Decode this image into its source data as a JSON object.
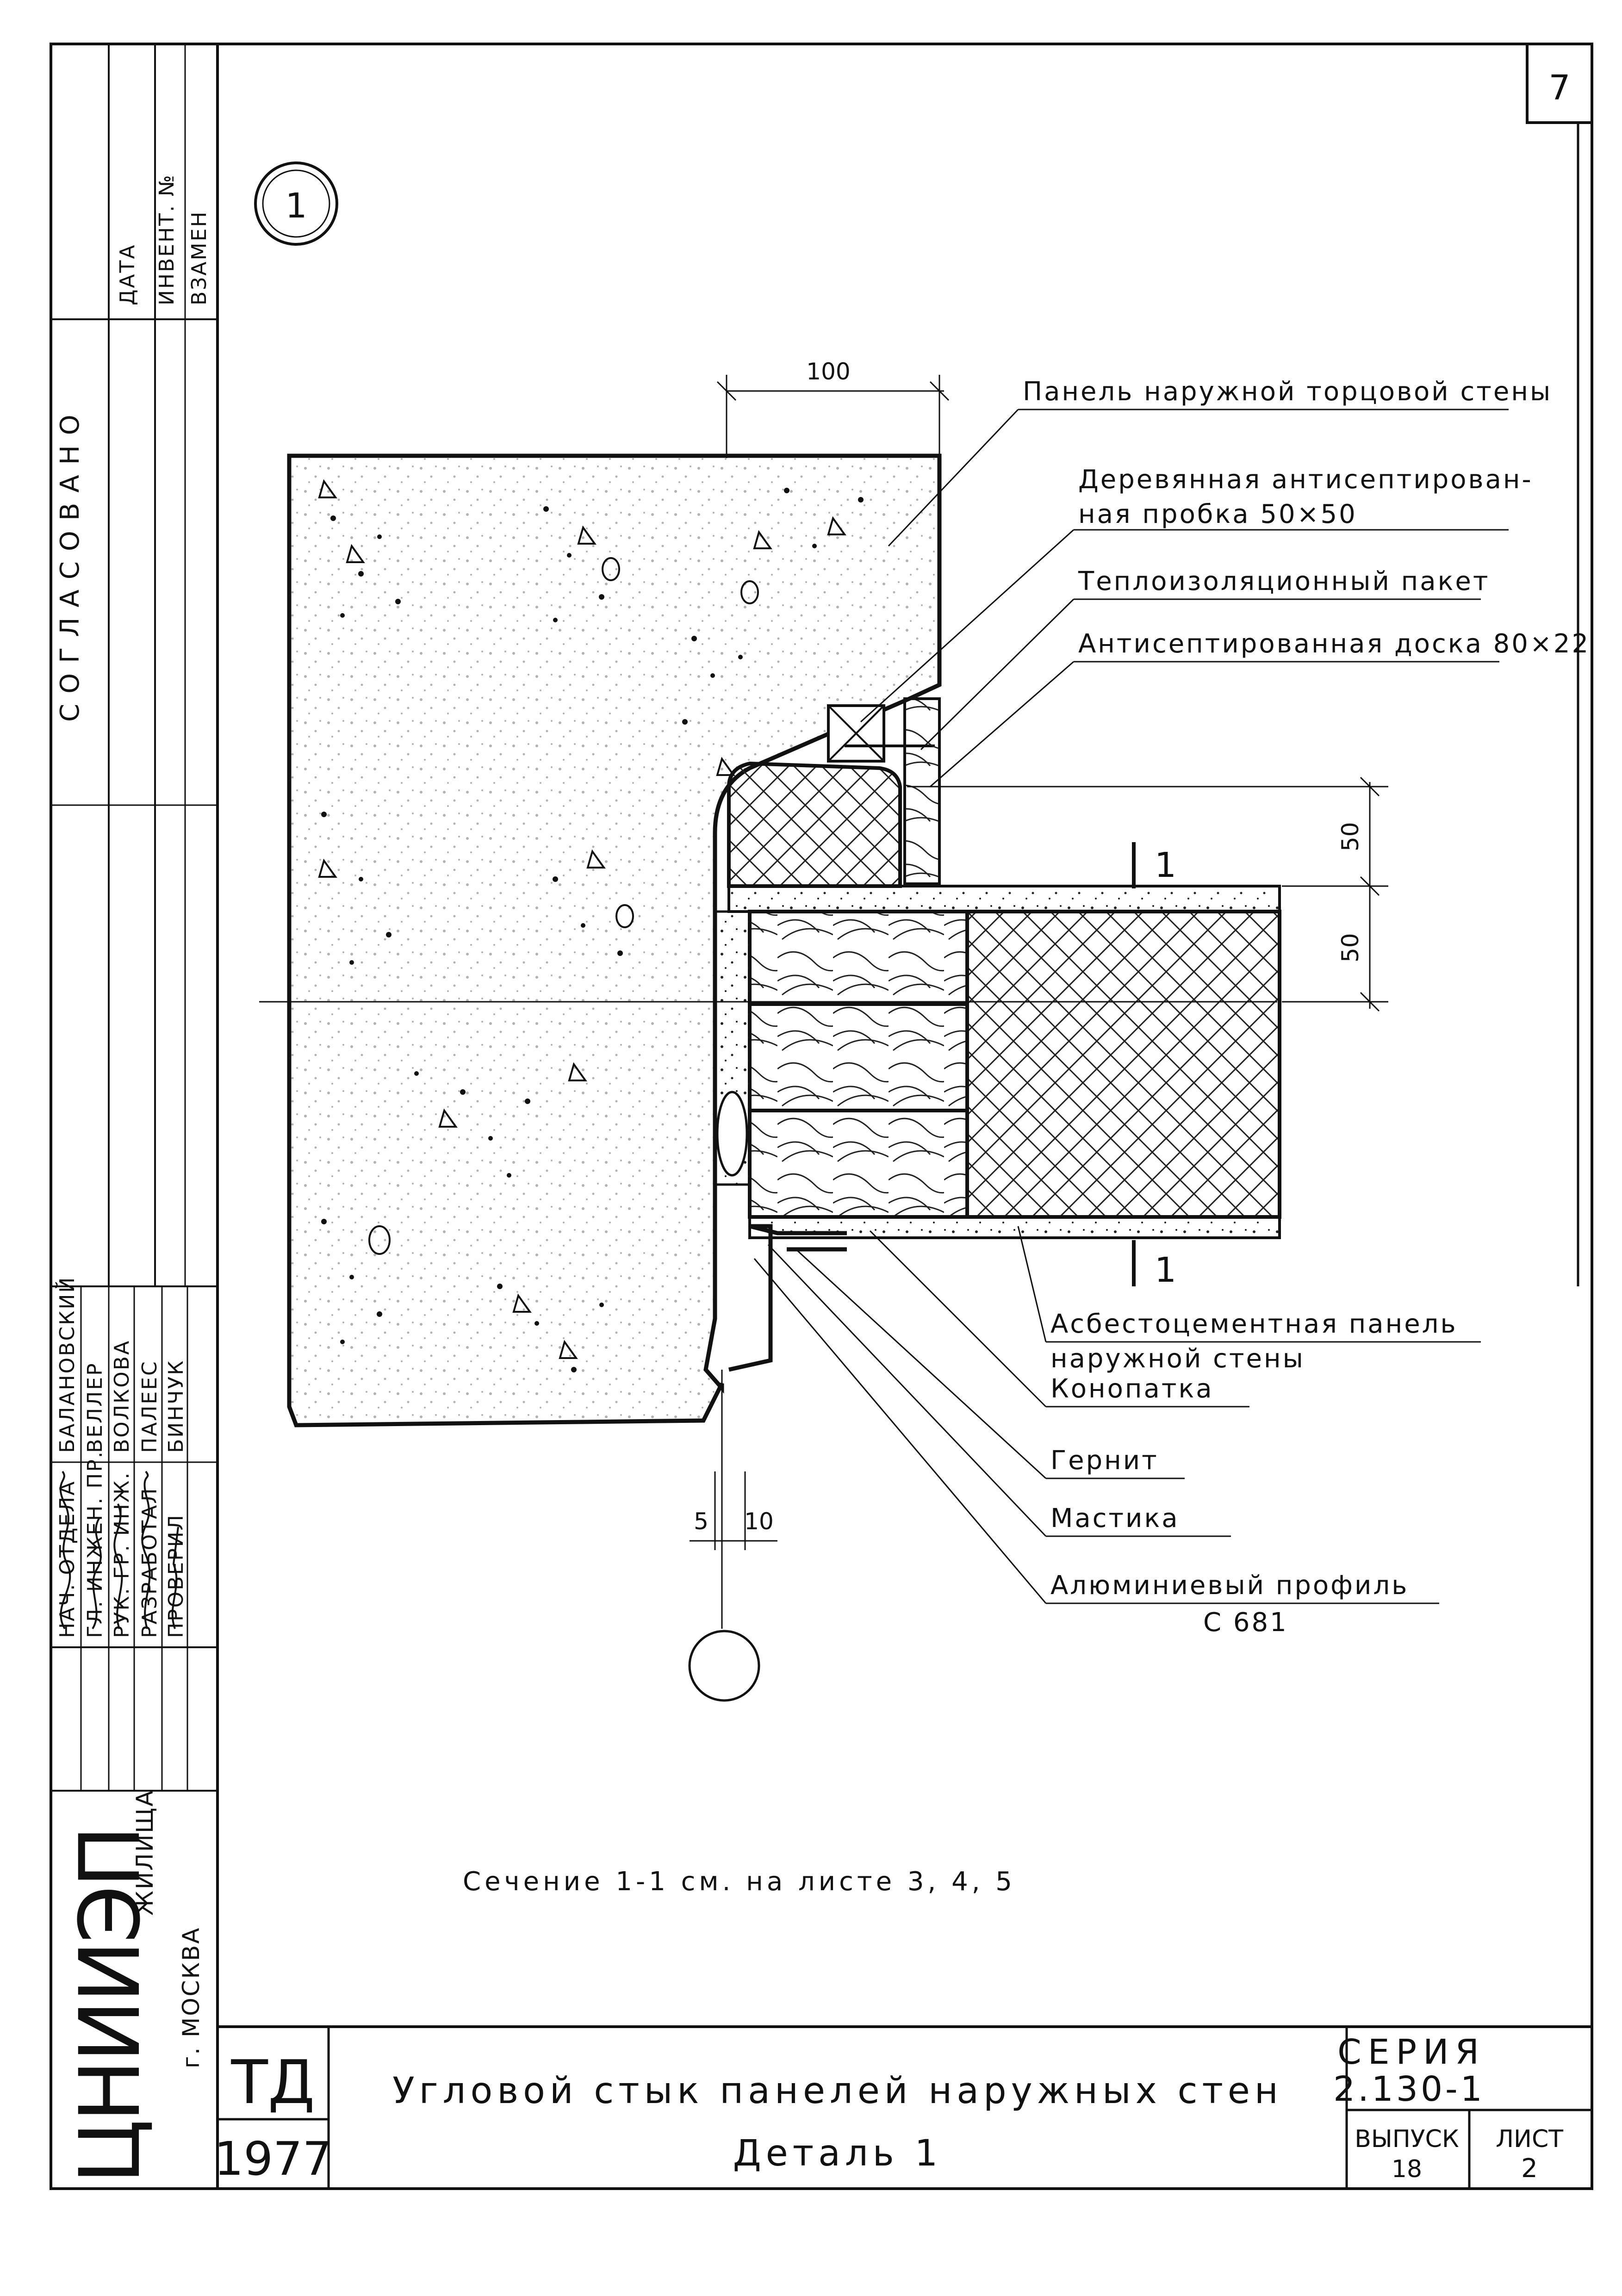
{
  "sheet": {
    "number": "7",
    "detail_marker": "1",
    "section_note": "Сечение 1-1 см. на листе 3, 4, 5",
    "detail_circle": ""
  },
  "side_stamp": {
    "top_fields": [
      "ДАТА",
      "ИНВЕНТ. №",
      "ВЗАМЕН"
    ],
    "agreed": "СОГЛАСОВАНО",
    "roles": [
      "НАЧ. ОТДЕЛА",
      "ГЛ. ИНЖЕН. ПР.",
      "РУК. ГР. ИНЖ.",
      "РАЗРАБОТАЛ",
      "ПРОВЕРИЛ"
    ],
    "names": [
      "БАЛАНОВСКИЙ",
      "ВЕЛЛЕР",
      "ВОЛКОВА",
      "ПАЛЕЕС",
      "БИНЧУК"
    ],
    "org_logo": "ЦНИИЭП",
    "org_suffix": "ЖИЛИЩА",
    "org_city": "г. МОСКВА"
  },
  "title_block": {
    "code": "ТД",
    "year": "1977",
    "title_line1": "Угловой стык панелей наружных стен",
    "title_line2": "Деталь 1",
    "series_label": "СЕРИЯ",
    "series_value": "2.130-1",
    "issue_label": "ВЫПУСК",
    "issue_value": "18",
    "sheet_label": "ЛИСТ",
    "sheet_value": "2"
  },
  "dimensions": {
    "width_top": "100",
    "height_upper": "50",
    "height_lower": "50",
    "gap_left": "5",
    "gap_right": "10",
    "section_mark": "1"
  },
  "callouts": [
    "Панель наружной торцовой стены",
    "Деревянная антисептирован-",
    "ная пробка 50×50",
    "Теплоизоляционный пакет",
    "Антисептированная доска 80×22",
    "Асбестоцементная панель",
    "наружной стены",
    "Конопатка",
    "Гернит",
    "Мастика",
    "Алюминиевый профиль",
    "С 681"
  ]
}
